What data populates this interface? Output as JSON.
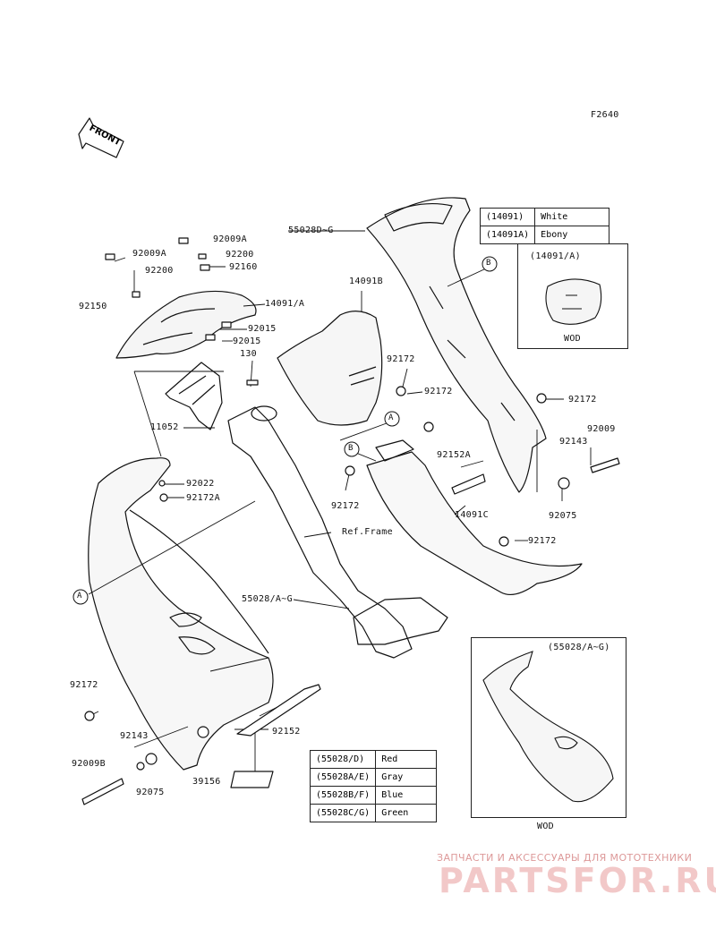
{
  "diagram_code": "F2640",
  "front_label": "FRONT",
  "frame_ref": "Ref.Frame",
  "part_numbers": {
    "p1": "92009A",
    "p2": "92200",
    "p3": "92009A",
    "p4": "92200",
    "p5": "92160",
    "p6": "92150",
    "p7": "14091/A",
    "p8": "92015",
    "p9": "92015",
    "p10": "130",
    "p11": "11052",
    "p12": "92022",
    "p13": "92172A",
    "p14": "14091B",
    "p15": "92172",
    "p16": "92172",
    "p17": "55028D~G",
    "p18": "92172",
    "p19": "92143",
    "p20": "92009",
    "p21": "92152A",
    "p22": "14091C",
    "p23": "92075",
    "p24": "92172",
    "p25": "92172",
    "p26": "55028/A~G",
    "p27": "92172",
    "p28": "92143",
    "p29": "92152",
    "p30": "92009B",
    "p31": "92075",
    "p32": "39156"
  },
  "callouts": {
    "a": "A",
    "b": "B"
  },
  "color_table_top": [
    {
      "code": "(14091)",
      "color": "White"
    },
    {
      "code": "(14091A)",
      "color": "Ebony"
    }
  ],
  "inset_top": {
    "title": "(14091/A)",
    "caption": "WOD"
  },
  "color_table_bottom": [
    {
      "code": "(55028/D)",
      "color": "Red"
    },
    {
      "code": "(55028A/E)",
      "color": "Gray"
    },
    {
      "code": "(55028B/F)",
      "color": "Blue"
    },
    {
      "code": "(55028C/G)",
      "color": "Green"
    }
  ],
  "inset_bottom": {
    "title": "(55028/A~G)",
    "caption": "WOD"
  },
  "watermark": {
    "line1": "ЗАПЧАСТИ И АКСЕССУАРЫ ДЛЯ МОТОТЕХНИКИ",
    "line2": "PARTSFOR.RU",
    "color": "#e8a0a0"
  }
}
